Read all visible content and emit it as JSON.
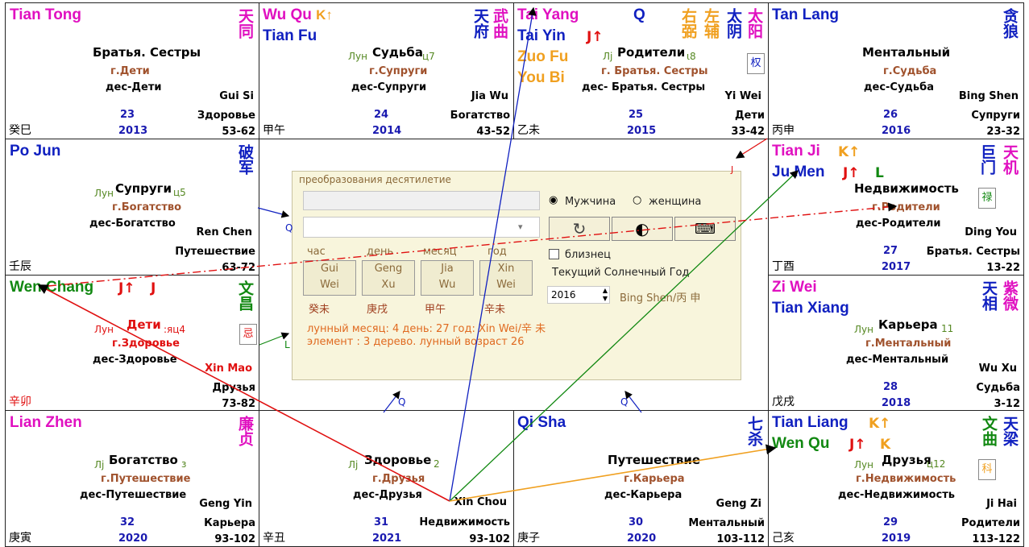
{
  "cells": {
    "si": {
      "stars": [
        "Tian Tong"
      ],
      "cn": "天同",
      "palace": "Братья. Сестры",
      "year_palace": "г.Дети",
      "decade_palace": "дес-Дети",
      "stem": "Gui Si",
      "age_palace": "Здоровье",
      "ganzhi": "癸巳",
      "num": "23",
      "year": "2013",
      "range": "53-62"
    },
    "wu": {
      "star1": "Wu Qu",
      "star1_mark": "K↑",
      "star2": "Tian Fu",
      "cn1": "武曲",
      "cn2": "天府",
      "left": "Лун",
      "palace": "Судьба",
      "right": "ц7",
      "year_palace": "г.Супруги",
      "decade_palace": "дес-Супруги",
      "stem": "Jia Wu",
      "age_palace": "Богатство",
      "ganzhi": "甲午",
      "num": "24",
      "year": "2014",
      "range": "43-52"
    },
    "wei": {
      "star1": "Tai Yang",
      "star1_mark": "Q",
      "star2": "Tai Yin",
      "star2_mark": "J↑",
      "star3": "Zuo Fu",
      "star4": "You Bi",
      "cn1": "太阳",
      "cn2": "太阴",
      "cn3": "左辅",
      "cn4": "右弼",
      "badge": "权",
      "left": "Лj",
      "palace": "Родители",
      "right": "ι8",
      "year_palace": "г. Братья. Сестры",
      "decade_palace": "дес- Братья. Сестры",
      "stem": "Yi Wei",
      "age_palace": "Дети",
      "ganzhi": "乙未",
      "num": "25",
      "year": "2015",
      "range": "33-42"
    },
    "shen": {
      "stars": [
        "Tan Lang"
      ],
      "cn": "贪狼",
      "palace": "Ментальный",
      "year_palace": "г.Судьба",
      "decade_palace": "дес-Судьба",
      "stem": "Bing Shen",
      "age_palace": "Супруги",
      "ganzhi": "丙申",
      "num": "26",
      "year": "2016",
      "range": "23-32"
    },
    "chen": {
      "stars": [
        "Po Jun"
      ],
      "cn": "破军",
      "left": "Лун",
      "palace": "Супруги",
      "right": "ц5",
      "year_palace": "г.Богатство",
      "decade_palace": "дес-Богатство",
      "stem": "Ren Chen",
      "age_palace": "Путешествие",
      "ganzhi": "壬辰",
      "range": "63-72"
    },
    "you": {
      "star1": "Tian Ji",
      "star1_mark": "K↑",
      "star2": "Ju Men",
      "star2_mark": "J↑",
      "star2_mark2": "L",
      "cn1": "天机",
      "cn2": "巨门",
      "badge": "禄",
      "palace": "Недвижимость",
      "year_palace": "г.Родители",
      "decade_palace": "дес-Родители",
      "stem": "Ding You",
      "age_palace": "Братья. Сестры",
      "ganzhi": "丁酉",
      "num": "27",
      "year": "2017",
      "range": "13-22",
      "corner": "J"
    },
    "mao": {
      "star1": "Wen Chang",
      "star1_mark": "J↑",
      "star1_mark2": "J",
      "cn": "文昌",
      "badge": "忌",
      "left": "Лун",
      "palace": "Дети",
      "right": ":яц4",
      "year_palace": "г.Здоровье",
      "decade_palace": "дес-Здоровье",
      "stem": "Xin Mao",
      "age_palace": "Друзья",
      "ganzhi": "辛卯",
      "range": "73-82",
      "lmark": "L"
    },
    "xu": {
      "star1": "Zi Wei",
      "star2": "Tian Xiang",
      "cn1": "紫微",
      "cn2": "天相",
      "left": "Лун",
      "palace": "Карьера",
      "right": "11",
      "year_palace": "г.Ментальный",
      "decade_palace": "дес-Ментальный",
      "stem": "Wu Xu",
      "age_palace": "Судьба",
      "ganzhi": "戊戌",
      "num": "28",
      "year": "2018",
      "range": "3-12"
    },
    "yin": {
      "stars": [
        "Lian Zhen"
      ],
      "cn": "廉贞",
      "left": "Лj",
      "palace": "Богатство",
      "right": "з",
      "year_palace": "г.Путешествие",
      "decade_palace": "дес-Путешествие",
      "stem": "Geng Yin",
      "age_palace": "Карьера",
      "ganzhi": "庚寅",
      "num": "32",
      "year": "2020",
      "range": "93-102"
    },
    "chou": {
      "left": "Лj",
      "palace": "Здоровье",
      "right": "2",
      "year_palace": "г.Друзья",
      "decade_palace": "дес-Друзья",
      "stem": "Xin Chou",
      "age_palace": "Недвижимость",
      "ganzhi": "辛丑",
      "num": "31",
      "year": "2021",
      "range": "93-102"
    },
    "zi": {
      "stars": [
        "Qi Sha"
      ],
      "cn": "七杀",
      "palace": "Путешествие",
      "year_palace": "г.Карьера",
      "decade_palace": "дес-Карьера",
      "stem": "Geng Zi",
      "age_palace": "Ментальный",
      "ganzhi": "庚子",
      "num": "30",
      "year": "2020",
      "range": "103-112"
    },
    "hai": {
      "star1": "Tian Liang",
      "star1_mark": "K↑",
      "star2": "Wen Qu",
      "star2_mark": "J↑",
      "star2_mark2": "K",
      "cn1": "天梁",
      "cn2": "文曲",
      "badge": "科",
      "left": "Лун",
      "palace": "Друзья",
      "right": "ц12",
      "year_palace": "г.Недвижимость",
      "decade_palace": "дес-Недвижимость",
      "stem": "Ji Hai",
      "age_palace": "Родители",
      "ganzhi": "己亥",
      "num": "29",
      "year": "2019",
      "range": "113-122"
    }
  },
  "panel": {
    "title": "преобразования десятилетие",
    "male": "Мужчина",
    "female": "женщина",
    "col_hour": "час",
    "col_day": "день",
    "col_month": "месяц",
    "col_year": "год",
    "hour_stem": "Gui",
    "hour_branch": "Wei",
    "day_stem": "Geng",
    "day_branch": "Xu",
    "month_stem": "Jia",
    "month_branch": "Wu",
    "year_stem": "Xin",
    "year_branch": "Wei",
    "hour_cn": "癸未",
    "day_cn": "庚戌",
    "month_cn": "甲午",
    "year_cn": "辛未",
    "twin": "близнец",
    "solar_year_label": "Текущий Солнечный Год",
    "year_value": "2016",
    "year_name": "Bing Shen/丙 申",
    "lunar_line": "лунный месяц: 4   день: 27   год: Xin Wei/辛 未",
    "element_line": "элемент : 3 дерево.   лунный возраст 26"
  },
  "arrows": {
    "q_left": "Q",
    "q_bottom1": "Q",
    "q_bottom2": "Q"
  },
  "colors": {
    "magenta": "#e010c0",
    "blue": "#1020c0",
    "orange": "#f0a020",
    "green": "#118811",
    "red": "#e01010"
  }
}
